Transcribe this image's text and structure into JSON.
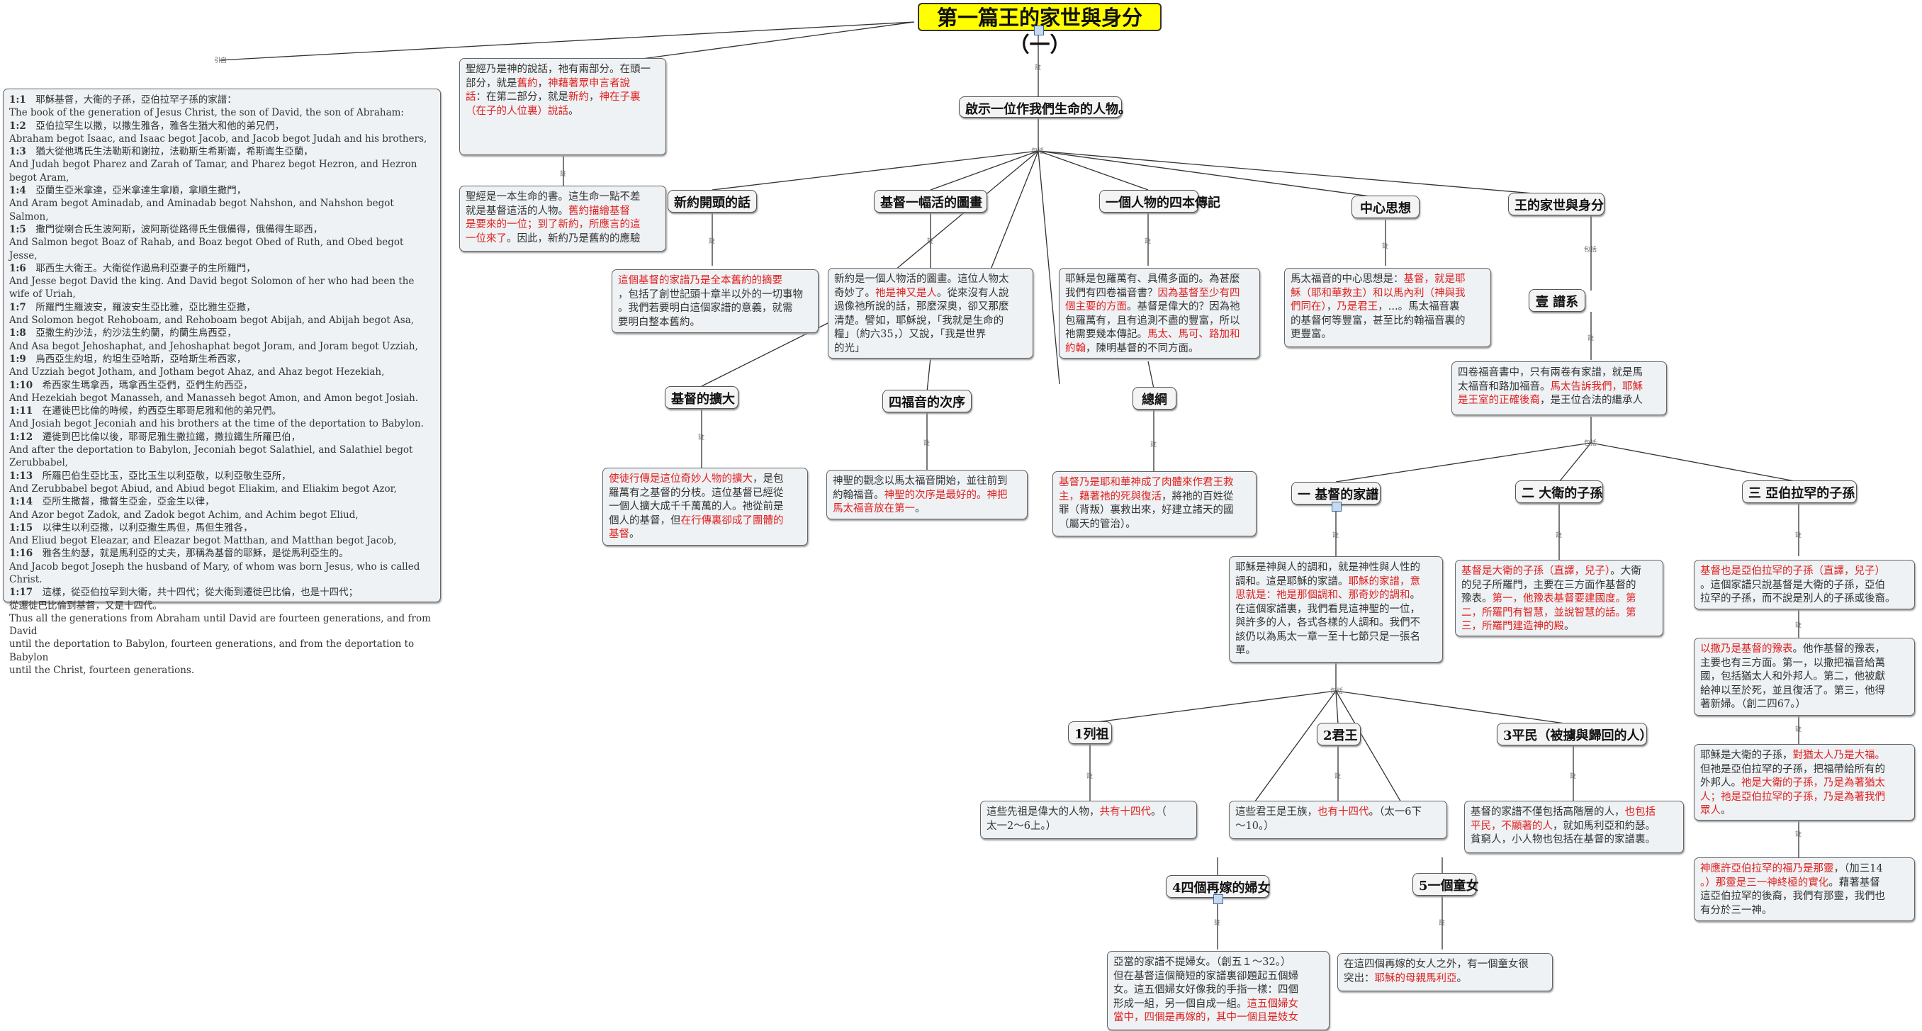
{
  "title": "第一篇王的家世與身分（一）",
  "labels": {
    "yinzi": "引自",
    "zhu": "註",
    "baokuo": "包括"
  },
  "topics": {
    "main": "啟示一位作我們生命的人物。",
    "new_first_word": "新約開頭的話",
    "portrait": "基督一幅活的圖畫",
    "four_bio": "一個人物的四本傳記",
    "center": "中心思想",
    "king_family": "王的家世與身分",
    "genealogy": "壹 譜系",
    "expansion": "基督的擴大",
    "order": "四福音的次序",
    "summary": "總綱",
    "g1": "一 基督的家譜",
    "g2": "二 大衛的子孫",
    "g3": "三 亞伯拉罕的子孫",
    "ancestors": "1列祖",
    "kings": "2君王",
    "commoners": "3平民（被擄與歸回的人）",
    "women": "4四個再嫁的婦女",
    "virgin": "5一個童女"
  },
  "notes": {
    "bible_word": [
      "聖經乃是神的說話，祂有兩部分。在頭",
      "一部分，就是",
      "舊約",
      "，",
      "神藉著眾申言者說",
      "話",
      "：在第二部分，就是",
      "新約",
      "，",
      "神在子裏",
      "（在子的人位裏）說話",
      "。"
    ],
    "book_of_life": [
      "聖經是一本生命的書。這生命一點不差",
      "就是基督這活的人物。",
      "舊約描繪基督",
      "是要來的一位；到了新約，所應言的這",
      "一位來了",
      "。因此，新約乃是舊約的應驗"
    ],
    "genealogy_book": [
      "這個基督的家譜乃是全本舊約的摘要",
      "，包括了創世記頭十章半以外的一切事物",
      "。我們若要明白這個家譜的意義，就需",
      "要明白整本舊約。"
    ],
    "portrait_note": [
      "新約是一個人物活的圖畫。這位人物太",
      "奇妙了。",
      "祂是神又是人",
      "。從來沒有人說",
      "過像祂所說的話，那麼深奧，卻又那麼",
      "清楚。譬如，耶穌說，「我就是生命的",
      "糧」（約六35，）又說，「我是世界",
      "的光」"
    ],
    "four_bio_note": [
      "耶穌是包羅萬有、具備多面的。為甚麼",
      "我們有四卷福音書？",
      "因為基督至少有四",
      "個主要的方面",
      "。基督是偉大的？因為祂",
      "包羅萬有，且有追測不盡的豐富，所以",
      "祂需要幾本傳記。",
      "馬太、馬可、路加和",
      "約翰",
      "，陳明基督的不同方面。"
    ],
    "center_note": [
      "馬太福音的中心思想是：",
      "基督，就是耶",
      "穌（耶和華救主）和以馬內利（神與我",
      "們同在）",
      "，",
      "乃是君王",
      "，...。馬太福音裏",
      "的基督何等豐富，甚至比約翰福音裏的",
      "更豐富。"
    ],
    "four_gospels_note": [
      "四卷福音書中，只有兩卷有家譜，就是馬",
      "太福音和路加福音。",
      "馬太告訴我們，耶穌",
      "是王室的正確後裔",
      "，是王位合法的繼承人"
    ],
    "expansion_note": [
      "使徒行傳是這位奇妙人物的擴大",
      "，是包",
      "羅萬有之基督的分枝。這位基督已經從",
      "一個人擴大成千千萬萬的人。祂從前是",
      "個人的基督，但",
      "在行傳裏卻成了團體的",
      "基督",
      "。"
    ],
    "order_note": [
      "神聖的觀念以馬太福音開始，並往前到",
      "約翰福音。",
      "神聖的次序是最好的。神把",
      "馬太福音放在第一",
      "。"
    ],
    "summary_note": [
      "基督乃是耶和華神成了肉體來作君王救",
      "主，藉著祂的死與復活",
      "，將祂的百姓從",
      "罪（背叛）裏救出來，好建立諸天的國",
      "（屬天的管治）。"
    ],
    "g1_note": [
      "耶穌是神與人的調和，就是神性與人性的",
      "調和。這是耶穌的家譜。",
      "耶穌的家譜，意",
      "思就是：祂是那個調和、那奇妙的調和",
      "。",
      "在這個家譜裏，我們看見這神聖的一位，",
      "與許多的人，各式各樣的人調和。我們不",
      "該仍以為馬太一章一至十七節只是一張名",
      "單。"
    ],
    "g2_note": [
      "基督是大衛的子孫（直譯，兒子）",
      "。大衛",
      "的兒子所羅門，主要在三方面作基督的",
      "豫表。",
      "第一，他豫表基督要建國度。第",
      "二，所羅門有智慧，並說智慧的話。第",
      "三，所羅門建造神的殿",
      "。"
    ],
    "g3_note1": [
      "基督也是亞伯拉罕的子孫（直譯，兒子）",
      "。這個家譜只說基督是大衛的子孫，亞伯",
      "拉罕的子孫，而不說是別人的子孫或後裔。"
    ],
    "g3_note2": [
      "以撒乃是基督的豫表",
      "。他作基督的豫表，",
      "主要也有三方面。第一，以撒把福音給萬",
      "國，包括猶太人和外邦人。第二，他被獻",
      "給神以至於死，並且復活了。第三，他得",
      "著新婦。（創二四67。）"
    ],
    "g3_note3": [
      "耶穌是大衛的子孫，",
      "對猶太人乃是大福。",
      "但祂是亞伯拉罕的子孫，把福帶給所有的",
      "外邦人。",
      "祂是大衛的子孫，乃是為著猶太",
      "人；祂是亞伯拉罕的子孫，乃是為著我們",
      "眾人",
      "。"
    ],
    "g3_note4": [
      "神應許亞伯拉罕的福乃是那靈",
      "，（加三14",
      "。）那靈是三一神終極的實化",
      "。藉著基督",
      "這亞伯拉罕的後裔，我們有那靈，我們也",
      "有分於三一神。"
    ],
    "ancestors_note": [
      "這些先祖是偉大的人物，",
      "共有十四代",
      "。（",
      "太一2～6上。）"
    ],
    "kings_note": [
      "這些君王是王族，",
      "也有十四代",
      "。（太一6下",
      "～10。）"
    ],
    "commoners_note": [
      "基督的家譜不僅包括高階層的人，",
      "也包括",
      "平民，不顯著的人",
      "，就如馬利亞和約瑟。",
      "貧窮人，小人物也包括在基督的家譜裏。"
    ],
    "women_note": [
      "亞當的家譜不提婦女。（創五１～32。）",
      "但在基督這個簡短的家譜裏卻題起五個婦",
      "女。這五個婦女好像我的手指一樣：四個",
      "形成一組，另一個自成一組。",
      "這五個婦女",
      "當中，四個是再嫁的，其中一個且是妓女"
    ],
    "virgin_note": [
      "在這四個再嫁的女人之外，有一個童女很",
      "突出：",
      "耶穌的母親馬利亞",
      "。"
    ]
  },
  "scripture": [
    [
      "1:1",
      "耶穌基督，大衛的子孫，亞伯拉罕子孫的家譜："
    ],
    [
      "",
      "The book of the generation of Jesus Christ, the son of David, the son of Abraham:"
    ],
    [
      "1:2",
      "亞伯拉罕生以撒，以撒生雅各，雅各生猶大和他的弟兄們，"
    ],
    [
      "",
      "Abraham begot Isaac, and Isaac begot Jacob, and Jacob begot Judah and his brothers,"
    ],
    [
      "1:3",
      "猶大從他瑪氏生法勒斯和謝拉，法勒斯生希斯崙，希斯崙生亞蘭，"
    ],
    [
      "",
      "And Judah begot Pharez and Zarah of Tamar, and Pharez begot Hezron, and Hezron begot Aram,"
    ],
    [
      "1:4",
      "亞蘭生亞米拿達，亞米拿達生拿順，拿順生撒門，"
    ],
    [
      "",
      "And Aram begot Aminadab, and Aminadab begot Nahshon, and Nahshon begot Salmon,"
    ],
    [
      "1:5",
      "撒門從喇合氏生波阿斯，波阿斯從路得氏生俄備得，俄備得生耶西，"
    ],
    [
      "",
      "And Salmon begot Boaz of Rahab, and Boaz begot Obed of Ruth, and Obed begot Jesse,"
    ],
    [
      "1:6",
      "耶西生大衛王。大衛從作過烏利亞妻子的生所羅門，"
    ],
    [
      "",
      "And Jesse begot David the king. And David begot Solomon of her who had been the wife of Uriah,"
    ],
    [
      "1:7",
      "所羅門生羅波安，羅波安生亞比雅，亞比雅生亞撒，"
    ],
    [
      "",
      "And Solomon begot Rehoboam, and Rehoboam begot Abijah, and Abijah begot Asa,"
    ],
    [
      "1:8",
      "亞撒生約沙法，約沙法生約蘭，約蘭生烏西亞，"
    ],
    [
      "",
      "And Asa begot Jehoshaphat, and Jehoshaphat begot Joram, and Joram begot Uzziah,"
    ],
    [
      "1:9",
      "烏西亞生約坦，約坦生亞哈斯，亞哈斯生希西家，"
    ],
    [
      "",
      "And Uzziah begot Jotham, and Jotham begot Ahaz, and Ahaz begot Hezekiah,"
    ],
    [
      "1:10",
      "希西家生瑪拿西，瑪拿西生亞們，亞們生約西亞，"
    ],
    [
      "",
      "And Hezekiah begot Manasseh, and Manasseh begot Amon, and Amon begot Josiah."
    ],
    [
      "1:11",
      "在遷徙巴比倫的時候，約西亞生耶哥尼雅和他的弟兄們。"
    ],
    [
      "",
      "And Josiah begot Jeconiah and his brothers at the time of the deportation to Babylon."
    ],
    [
      "1:12",
      "遷徙到巴比倫以後，耶哥尼雅生撒拉鐵，撒拉鐵生所羅巴伯，"
    ],
    [
      "",
      "And after the deportation to Babylon, Jeconiah begot Salathiel, and Salathiel begot Zerubbabel,"
    ],
    [
      "1:13",
      "所羅巴伯生亞比玉，亞比玉生以利亞敬，以利亞敬生亞所，"
    ],
    [
      "",
      "And Zerubbabel begot Abiud, and Abiud begot Eliakim, and Eliakim begot Azor,"
    ],
    [
      "1:14",
      "亞所生撒督，撒督生亞金，亞金生以律，"
    ],
    [
      "",
      "And Azor begot Zadok, and Zadok begot Achim, and Achim begot Eliud,"
    ],
    [
      "1:15",
      "以律生以利亞撒，以利亞撒生馬但，馬但生雅各，"
    ],
    [
      "",
      "And Eliud begot Eleazar, and Eleazar begot Matthan, and Matthan begot Jacob,"
    ],
    [
      "1:16",
      "雅各生約瑟，就是馬利亞的丈夫，那稱為基督的耶穌，是從馬利亞生的。"
    ],
    [
      "",
      "And Jacob begot Joseph the husband of Mary, of whom was born Jesus, who is called Christ."
    ],
    [
      "1:17",
      "這樣，從亞伯拉罕到大衛，共十四代；從大衛到遷徙巴比倫，也是十四代；"
    ],
    [
      "",
      "從遷徙巴比倫到基督，又是十四代。"
    ],
    [
      "",
      "Thus all the generations from Abraham until David are fourteen generations, and from David"
    ],
    [
      "",
      "until the deportation to Babylon, fourteen generations, and from the deportation to Babylon"
    ],
    [
      "",
      "until the Christ, fourteen generations."
    ]
  ]
}
